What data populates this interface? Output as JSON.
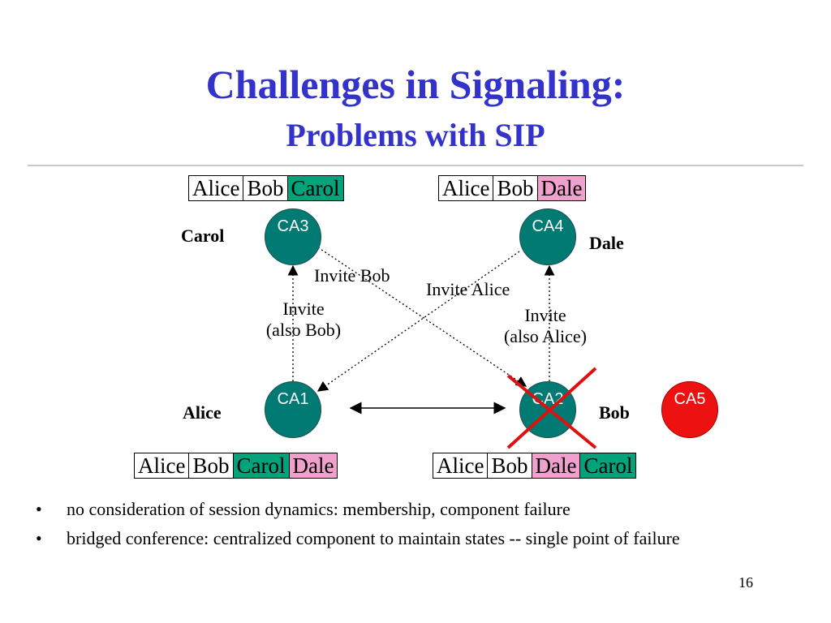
{
  "title": "Challenges in Signaling:",
  "subtitle": "Problems with SIP",
  "tables": {
    "top_left": [
      "Alice",
      "Bob",
      "Carol"
    ],
    "top_right": [
      "Alice",
      "Bob",
      "Dale"
    ],
    "bottom_left": [
      "Alice",
      "Bob",
      "Carol",
      "Dale"
    ],
    "bottom_right": [
      "Alice",
      "Bob",
      "Dale",
      "Carol"
    ]
  },
  "nodes": {
    "ca1": "CA1",
    "ca2": "CA2",
    "ca3": "CA3",
    "ca4": "CA4",
    "ca5": "CA5"
  },
  "users": {
    "carol": "Carol",
    "dale": "Dale",
    "alice": "Alice",
    "bob": "Bob"
  },
  "edges": {
    "invite_bob": "Invite Bob",
    "invite_alice": "Invite Alice",
    "invite_also_bob_1": "Invite",
    "invite_also_bob_2": "(also Bob)",
    "invite_also_alice_1": "Invite",
    "invite_also_alice_2": "(also Alice)"
  },
  "bullets": [
    "no consideration of session dynamics: membership, component failure",
    "bridged conference: centralized component to maintain states -- single point of failure"
  ],
  "page_number": "16",
  "colors": {
    "title": "#3333cc",
    "node": "#007a73",
    "failed_node": "#ee1111",
    "carol_cell": "#00a37a",
    "dale_cell": "#f0a0cc",
    "cross": "#e01010"
  }
}
